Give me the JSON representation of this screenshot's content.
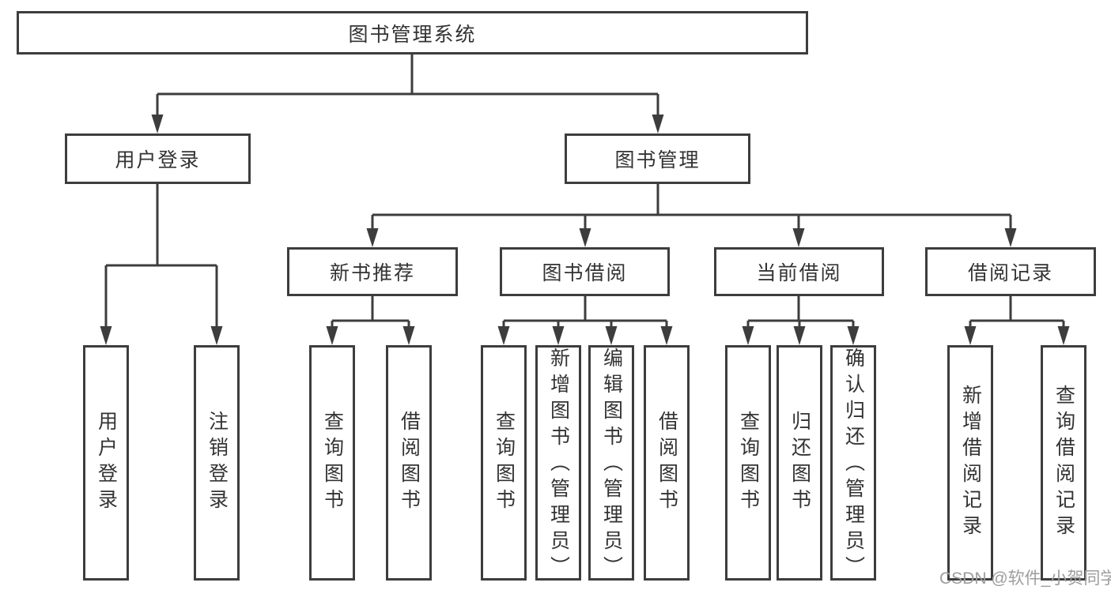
{
  "colors": {
    "background": "#ffffff",
    "line": "#3d3d3d",
    "box_border": "#3d3d3d",
    "text": "#333333",
    "watermark": "#9d9d9d"
  },
  "diagram": {
    "root": {
      "label": "图书管理系统"
    },
    "level2": [
      {
        "label": "用户登录"
      },
      {
        "label": "图书管理"
      }
    ],
    "level3": [
      {
        "label": "新书推荐"
      },
      {
        "label": "图书借阅"
      },
      {
        "label": "当前借阅"
      },
      {
        "label": "借阅记录"
      }
    ],
    "leaves": [
      {
        "label": "用户登录"
      },
      {
        "label": "注销登录"
      },
      {
        "label": "查询图书"
      },
      {
        "label": "借阅图书"
      },
      {
        "label": "查询图书"
      },
      {
        "label": "新增图书（管理员）"
      },
      {
        "label": "编辑图书（管理员）"
      },
      {
        "label": "借阅图书"
      },
      {
        "label": "查询图书"
      },
      {
        "label": "归还图书"
      },
      {
        "label": "确认归还（管理员）"
      },
      {
        "label": "新增借阅记录"
      },
      {
        "label": "查询借阅记录"
      }
    ]
  },
  "watermark": {
    "text": "CSDN @软件_小贺同学"
  }
}
